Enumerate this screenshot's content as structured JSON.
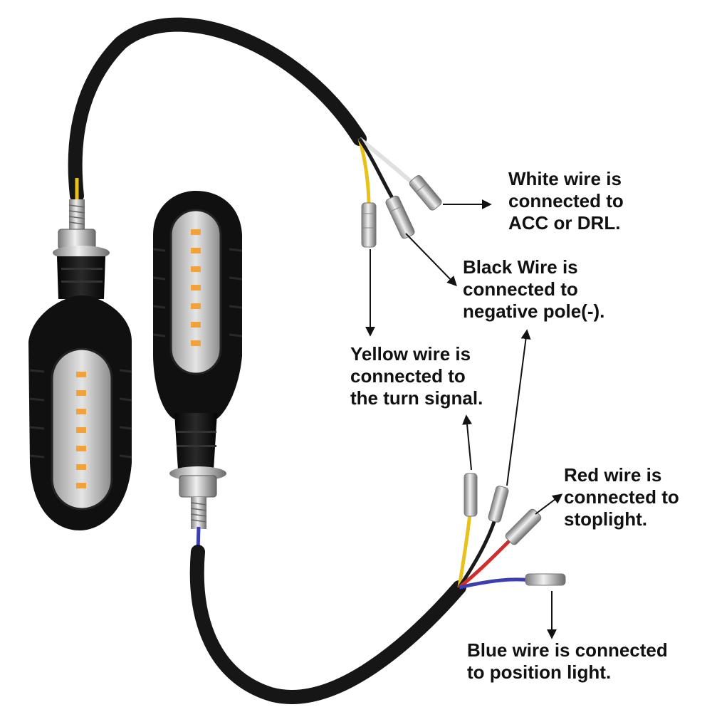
{
  "colors": {
    "cable": "#161616",
    "yellow_wire": "#e8c21a",
    "white_wire": "#e6e6e6",
    "black_wire": "#1a1a1a",
    "red_wire": "#d42b2b",
    "blue_wire": "#3b3fb0",
    "amber_led": "#f2a23a",
    "housing": "#121212"
  },
  "labels": {
    "white": [
      "White wire is",
      "connected to",
      "ACC or DRL."
    ],
    "black": [
      "Black Wire is",
      "connected to",
      "negative pole(-)."
    ],
    "yellow": [
      "Yellow wire is",
      "connected to",
      "the turn signal."
    ],
    "red": [
      "Red wire is",
      "connected to",
      "stoplight."
    ],
    "blue": [
      "Blue wire is connected",
      "to position light."
    ]
  }
}
